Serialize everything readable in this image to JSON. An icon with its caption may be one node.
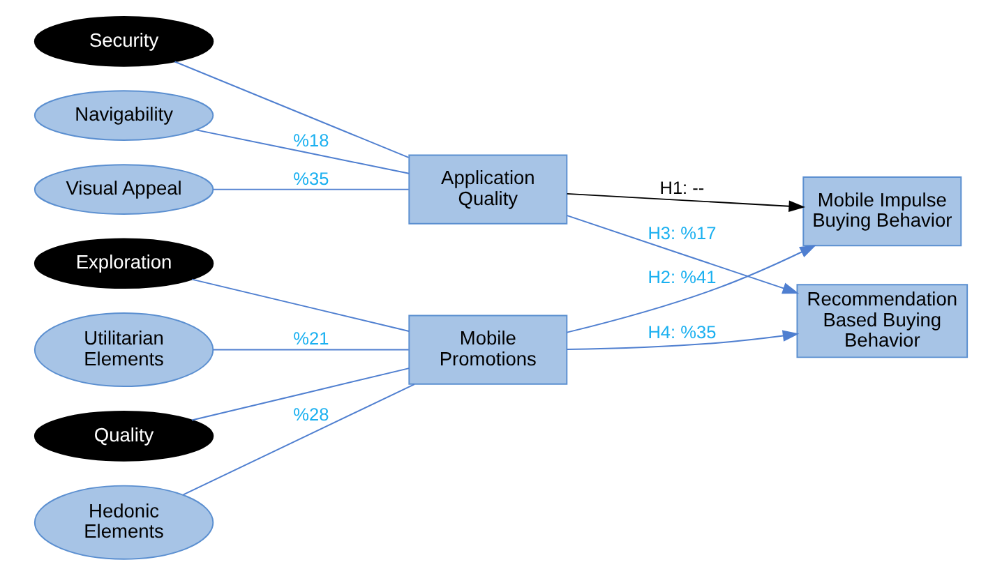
{
  "diagram": {
    "nodes": [
      {
        "text": [
          "Security"
        ]
      },
      {
        "text": [
          "Navigability"
        ]
      },
      {
        "text": [
          "Visual Appeal"
        ]
      },
      {
        "text": [
          "Application Quality"
        ]
      },
      {
        "text": [
          "Utilitarian Elements"
        ]
      },
      {
        "text": [
          "Quality"
        ]
      },
      {
        "text": [
          "Hedonic Elements"
        ]
      },
      {
        "text": [
          "Exploration"
        ]
      },
      {
        "text": [
          "Mobile Promotions"
        ]
      },
      {
        "text": [
          "Mobile Impulse Buying Behavior"
        ]
      },
      {
        "text": [
          "Recommendation Based Buying Behavior"
        ]
      }
    ],
    "edges": [
      {
        "from": 0,
        "to": 3,
        "arrow": "none"
      },
      {
        "from": 1,
        "to": 3,
        "arrow": "none",
        "label": "%18"
      },
      {
        "from": 2,
        "to": 3,
        "arrow": "none",
        "label": "%35"
      },
      {
        "from": 4,
        "to": 8,
        "arrow": "none",
        "label": "%21"
      },
      {
        "from": 5,
        "to": 8,
        "arrow": "none"
      },
      {
        "from": 6,
        "to": 8,
        "arrow": "none",
        "label": "%28"
      },
      {
        "from": 7,
        "to": 8,
        "arrow": "none"
      },
      {
        "from": 3,
        "to": 9,
        "arrow": "to",
        "label": "H1: --",
        "color": "#000000"
      },
      {
        "from": 3,
        "to": 10,
        "arrow": "to",
        "label": "H3: %17"
      },
      {
        "from": 8,
        "to": 9,
        "arrow": "to",
        "label": "H2: %41"
      },
      {
        "from": 8,
        "to": 10,
        "arrow": "to",
        "label": "H4: %35"
      }
    ]
  }
}
